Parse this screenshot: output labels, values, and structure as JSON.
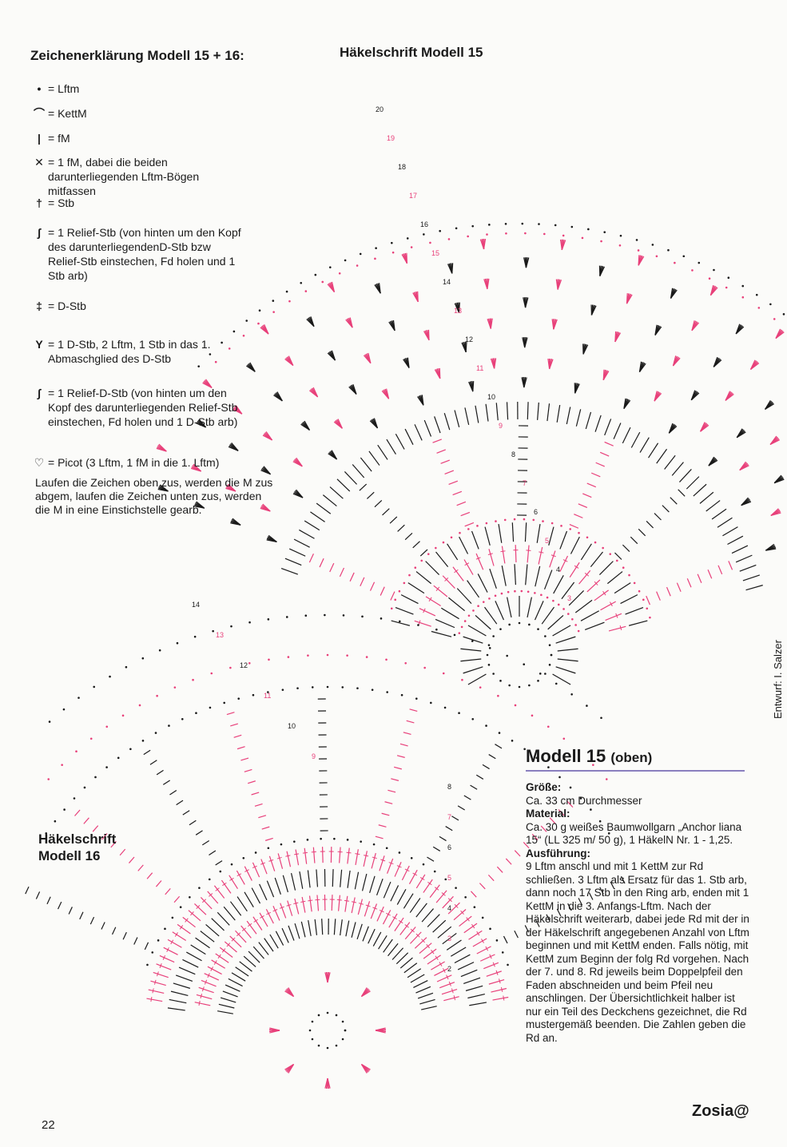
{
  "legend": {
    "heading": "Zeichenerklärung Modell 15 + 16:",
    "items": [
      {
        "symbol": "•",
        "text": "= Lftm"
      },
      {
        "symbol": "⌒",
        "text": "= KettM"
      },
      {
        "symbol": "|",
        "text": "= fM"
      },
      {
        "symbol": "✕",
        "text": "= 1 fM, dabei die beiden darunterliegenden Lftm-Bögen mitfassen"
      },
      {
        "symbol": "†",
        "text": "= Stb"
      },
      {
        "symbol": "ʃ",
        "text": "= 1 Relief-Stb (von hinten um den Kopf des darunterliegendenD-Stb bzw Relief-Stb einstechen, Fd holen und 1 Stb arb)"
      },
      {
        "symbol": "‡",
        "text": "= D-Stb"
      },
      {
        "symbol": "Y",
        "text": "= 1 D-Stb, 2 Lftm, 1 Stb in das 1. Abmaschglied des D-Stb"
      },
      {
        "symbol": "∫",
        "text": "= 1 Relief-D-Stb (von hinten um den Kopf des darunterliegenden Relief-Stb einstechen, Fd holen und 1 D-Stb arb)"
      },
      {
        "symbol": "♡",
        "text": "= Picot (3 Lftm, 1 fM in die 1. Lftm)"
      }
    ],
    "note": "Laufen die Zeichen oben zus, werden die M zus abgem, laufen die Zeichen unten zus, werden die M in eine Einstichstelle gearb."
  },
  "charts": {
    "model15_title": "Häkelschrift Modell 15",
    "model16_title": "Häkelschrift Modell 16",
    "model15_rounds": [
      "20",
      "19",
      "18",
      "17",
      "16",
      "15",
      "14",
      "13",
      "12",
      "11",
      "10",
      "9",
      "8",
      "7",
      "6",
      "5",
      "4",
      "3"
    ],
    "model16_rounds": [
      "14",
      "13",
      "12",
      "11",
      "10",
      "9",
      "8",
      "7",
      "6",
      "5",
      "4",
      "3",
      "2"
    ],
    "colors": {
      "black": "#1a1a1a",
      "pink": "#e8407a"
    }
  },
  "description": {
    "title": "Modell 15",
    "subtitle": "(oben)",
    "size_label": "Größe:",
    "size_text": "Ca. 33 cm Durchmesser",
    "material_label": "Material:",
    "material_text": "Ca. 30 g weißes Baumwollgarn „Anchor liana 15“ (LL 325 m/ 50 g), 1 HäkelN Nr. 1 - 1,25.",
    "instructions_label": "Ausführung:",
    "instructions_text": "9 Lftm anschl und mit 1 KettM zur Rd schließen. 3 Lftm als Ersatz für das 1. Stb arb, dann noch 17 Stb in den Ring arb, enden mit 1 KettM in die 3. Anfangs-Lftm. Nach der Häkelschrift weiterarb, dabei jede Rd mit der in der Häkelschrift angegebenen Anzahl von Lftm beginnen und mit KettM enden. Falls nötig, mit KettM zum Beginn der folg Rd vorgehen. Nach der 7. und 8. Rd jeweils beim Doppelpfeil den Faden abschneiden und beim Pfeil neu anschlingen. Der Übersichtlichkeit halber ist nur ein Teil des Deckchens gezeichnet, die Rd mustergemäß beenden. Die Zahlen geben die Rd an."
  },
  "designer": "Entwurf: I. Salzer",
  "page_number": "22",
  "signature": "Zosia@"
}
